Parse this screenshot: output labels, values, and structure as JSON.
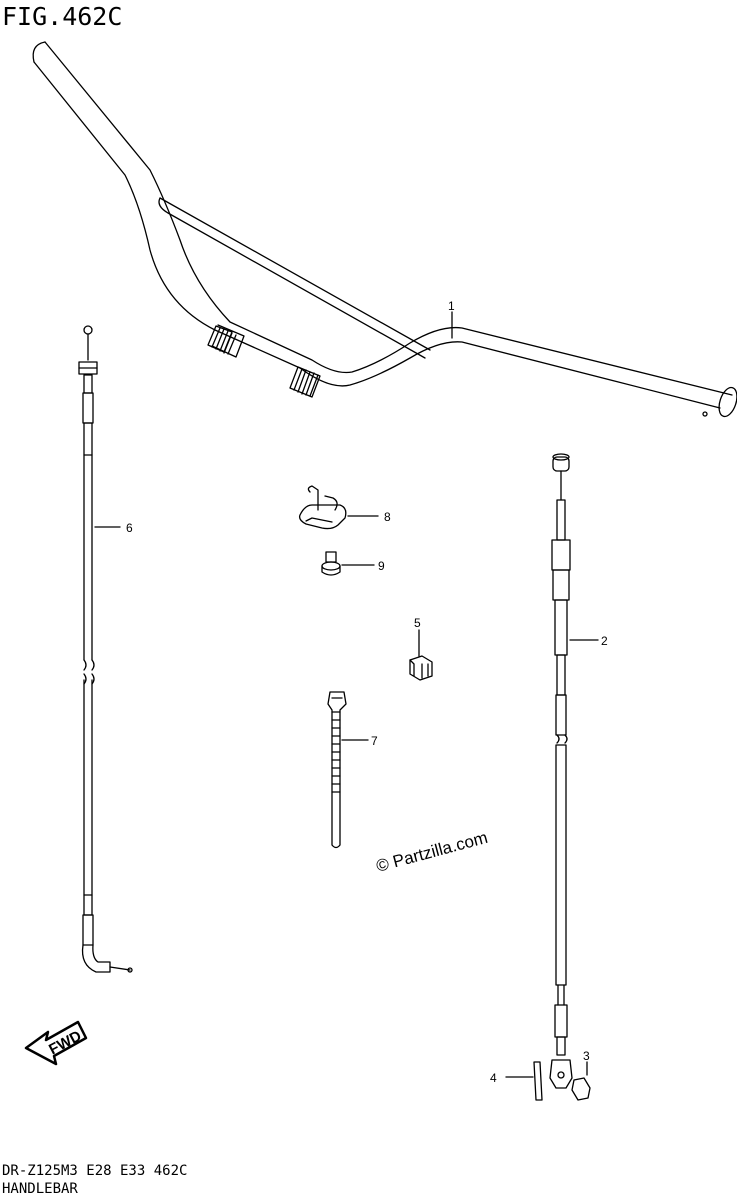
{
  "header": {
    "fig_title": "FIG.462C"
  },
  "footer": {
    "model_line": "DR-Z125M3 E28 E33 462C",
    "section_name": "HANDLEBAR"
  },
  "watermark": {
    "text": "© Partzilla.com"
  },
  "fwd_arrow": {
    "label": "FWD"
  },
  "callouts": {
    "c1": "1",
    "c2": "2",
    "c3": "3",
    "c4": "4",
    "c5": "5",
    "c6": "6",
    "c7": "7",
    "c8": "8",
    "c9": "9"
  }
}
